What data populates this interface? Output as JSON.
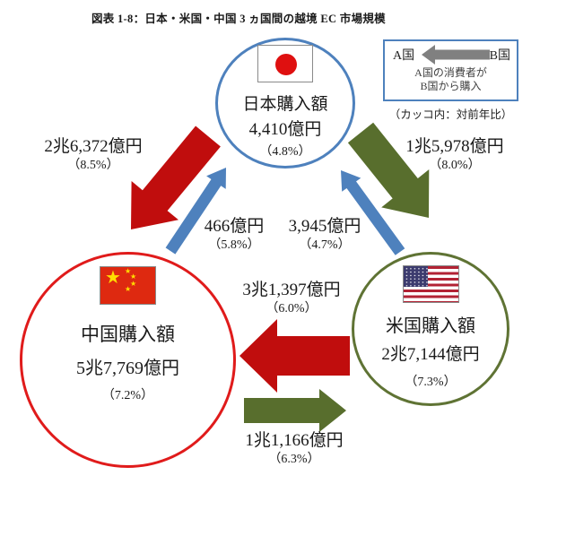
{
  "title": "図表 1-8：日本・米国・中国 3 ヵ国間の越境 EC 市場規模",
  "legend": {
    "country_a": "A国",
    "country_b": "B国",
    "description_line1": "A国の消費者が",
    "description_line2": "B国から購入",
    "note": "（カッコ内：対前年比）",
    "arrow_color": "#808080",
    "border_color": "#4E81BD"
  },
  "nodes": {
    "japan": {
      "label": "日本購入額",
      "value": "4,410億円",
      "yoy": "（4.8%）",
      "flag": "japan-flag",
      "border_color": "#4E81BD"
    },
    "china": {
      "label": "中国購入額",
      "value": "5兆7,769億円",
      "yoy": "（7.2%）",
      "flag": "china-flag",
      "border_color": "#E01B1B"
    },
    "usa": {
      "label": "米国購入額",
      "value": "2兆7,144億円",
      "yoy": "（7.3%）",
      "flag": "usa-flag",
      "border_color": "#5F7334"
    }
  },
  "flows": [
    {
      "id": "japan-to-china",
      "from": "日本",
      "to": "中国",
      "value": "2兆6,372億円",
      "yoy": "（8.5%）",
      "color": "#C00D0D"
    },
    {
      "id": "china-to-japan",
      "from": "中国",
      "to": "日本",
      "value": "466億円",
      "yoy": "（5.8%）",
      "color": "#4E81BD"
    },
    {
      "id": "usa-to-japan",
      "from": "米国",
      "to": "日本",
      "value": "3,945億円",
      "yoy": "（4.7%）",
      "color": "#4E81BD"
    },
    {
      "id": "japan-to-usa",
      "from": "日本",
      "to": "米国",
      "value": "1兆5,978億円",
      "yoy": "（8.0%）",
      "color": "#586E2D"
    },
    {
      "id": "usa-to-china",
      "from": "米国",
      "to": "中国",
      "value": "3兆1,397億円",
      "yoy": "（6.0%）",
      "color": "#C00D0D"
    },
    {
      "id": "china-to-usa",
      "from": "中国",
      "to": "米国",
      "value": "1兆1,166億円",
      "yoy": "（6.3%）",
      "color": "#586E2D"
    }
  ]
}
